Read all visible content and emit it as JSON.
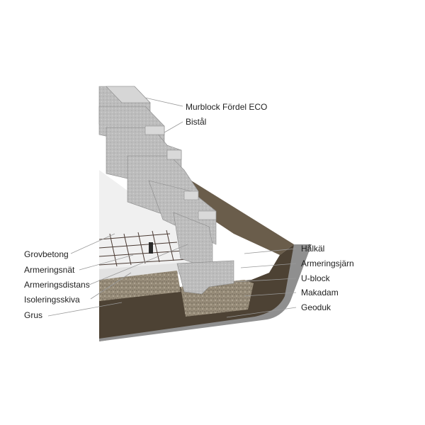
{
  "top_labels": {
    "murblock": "Murblock Fördel ECO",
    "bistal": "Bistål"
  },
  "left_labels": [
    "Grovbetong",
    "Armeringsnät",
    "Armeringsdistans",
    "Isoleringsskiva",
    "Grus"
  ],
  "right_labels": [
    "Hålkäl",
    "Armeringsjärn",
    "U-block",
    "Makadam",
    "Geoduk"
  ],
  "colors": {
    "soil": "#4d4234",
    "soil_top": "#6a5d4b",
    "geotextile": "#8f8f8f",
    "block": "#bcbcbc",
    "gravel": "#968b78",
    "slab": "#efefef",
    "leader": "#9a9a9a"
  }
}
